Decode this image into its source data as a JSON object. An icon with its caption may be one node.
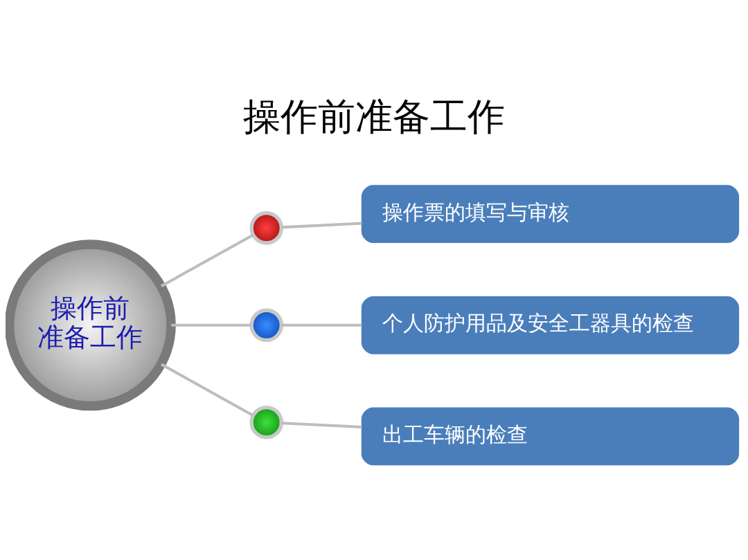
{
  "diagram": {
    "title": "操作前准备工作",
    "nodes": [
      {
        "text": [
          "操作前准备工作"
        ]
      },
      {
        "text": [],
        "shape": "circle"
      },
      {
        "text": [
          "操作票的填写与审核"
        ]
      },
      {
        "text": [],
        "shape": "circle"
      },
      {
        "text": [
          "个人防护用品及安全工器具的检查"
        ]
      },
      {
        "text": [],
        "shape": "circle"
      },
      {
        "text": [
          "出工车辆的检查"
        ]
      }
    ],
    "edges": [
      {
        "from": 0,
        "to": 1,
        "arrow": "none"
      },
      {
        "from": 1,
        "to": 2,
        "arrow": "none"
      },
      {
        "from": 0,
        "to": 3,
        "arrow": "none"
      },
      {
        "from": 3,
        "to": 4,
        "arrow": "none"
      },
      {
        "from": 0,
        "to": 5,
        "arrow": "none"
      },
      {
        "from": 5,
        "to": 6,
        "arrow": "none"
      }
    ]
  }
}
